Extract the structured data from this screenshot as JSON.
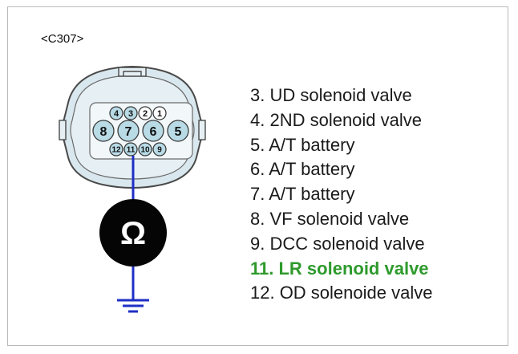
{
  "connector": {
    "label": "<C307>"
  },
  "pins_top": [
    "4",
    "3",
    "2",
    "1"
  ],
  "pins_middle": [
    "8",
    "7",
    "6",
    "5"
  ],
  "pins_bottom": [
    "12",
    "11",
    "10",
    "9"
  ],
  "meter": {
    "symbol": "Ω"
  },
  "colors": {
    "wire": "#1f2fc6",
    "highlight": "#2e9a2c",
    "pin_fill": "#b8dbe6"
  },
  "pin_descriptions": [
    {
      "text": "3. UD solenoid valve",
      "highlight": false
    },
    {
      "text": "4. 2ND solenoid valve",
      "highlight": false
    },
    {
      "text": "5. A/T battery",
      "highlight": false
    },
    {
      "text": "6. A/T battery",
      "highlight": false
    },
    {
      "text": "7. A/T battery",
      "highlight": false
    },
    {
      "text": "8. VF solenoid valve",
      "highlight": false
    },
    {
      "text": "9. DCC solenoid valve",
      "highlight": false
    },
    {
      "text": "11. LR solenoid valve",
      "highlight": true
    },
    {
      "text": "12. OD solenoide valve",
      "highlight": false
    }
  ]
}
